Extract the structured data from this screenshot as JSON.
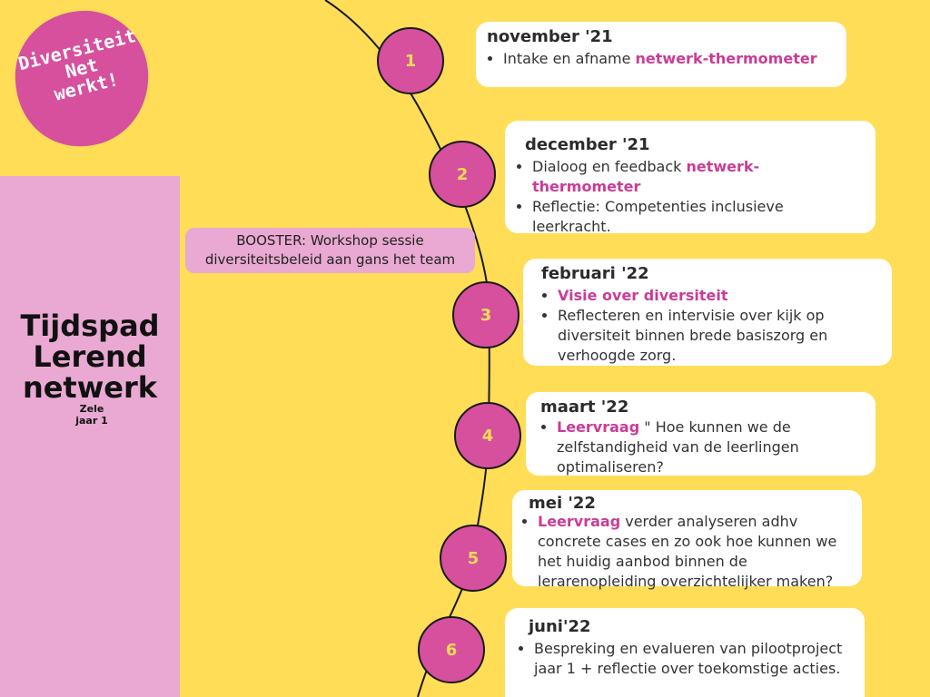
{
  "logo": {
    "line1": "Diversiteit",
    "line2": "Net",
    "line3": "werkt!"
  },
  "sidebar": {
    "title_line1": "Tijdspad",
    "title_line2": "Lerend",
    "title_line3": "netwerk",
    "sub1": "Zele",
    "sub2": "jaar 1"
  },
  "booster": {
    "line1": "BOOSTER: Workshop sessie",
    "line2": "diversiteitsbeleid aan gans het team"
  },
  "nodes": [
    "1",
    "2",
    "3",
    "4",
    "5",
    "6"
  ],
  "colors": {
    "background": "#FFDD57",
    "sidebar": "#E9A9D2",
    "node": "#D6509D",
    "highlight": "#C93C97"
  },
  "steps": [
    {
      "date": "november '21",
      "items": [
        {
          "pre": "Intake en afname  ",
          "hl": "netwerk-thermometer",
          "post": ""
        }
      ]
    },
    {
      "date": "december '21",
      "items": [
        {
          "pre": "Dialoog en feedback ",
          "hl": "netwerk-thermometer",
          "post": ""
        },
        {
          "pre": " Reflectie: Competenties  inclusieve leerkracht.",
          "hl": "",
          "post": ""
        }
      ]
    },
    {
      "date": "februari '22",
      "items": [
        {
          "pre": "",
          "hl": "Visie over diversiteit",
          "post": ""
        },
        {
          "pre": " Reflecteren en intervisie over kijk op diversiteit binnen brede basiszorg en verhoogde zorg.",
          "hl": "",
          "post": ""
        }
      ]
    },
    {
      "date": "maart '22",
      "items": [
        {
          "pre": "",
          "hl": "Leervraag",
          "post": " \" Hoe kunnen we de zelfstandigheid van de leerlingen optimaliseren?"
        }
      ]
    },
    {
      "date": "mei '22",
      "items": [
        {
          "pre": "",
          "hl": "Leervraag",
          "post": "  verder analyseren adhv concrete cases en zo ook hoe kunnen we het huidig aanbod binnen de lerarenopleiding overzichtelijker maken?"
        }
      ]
    },
    {
      "date": "juni'22",
      "items": [
        {
          "pre": "Bespreking en evalueren van pilootproject jaar 1 + reflectie over toekomstige acties.",
          "hl": "",
          "post": ""
        }
      ]
    }
  ]
}
